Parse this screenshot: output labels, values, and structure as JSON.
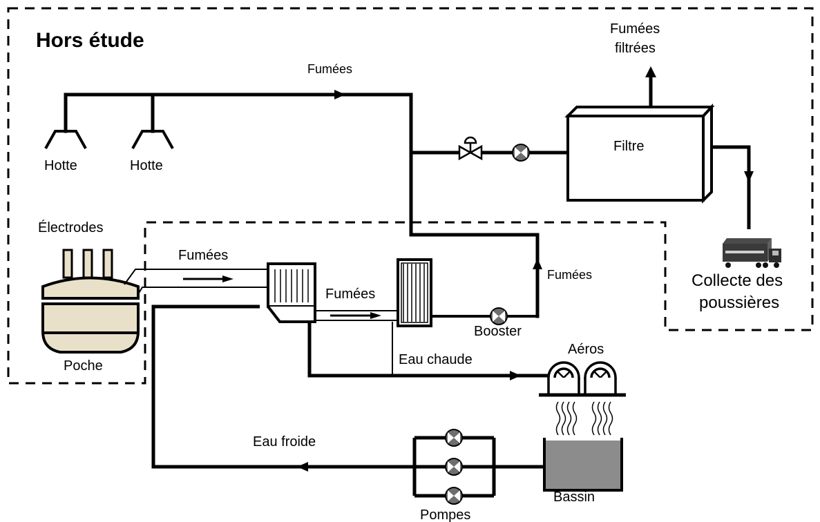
{
  "diagram": {
    "zone_title": "Hors étude",
    "labels": {
      "fumees_top": "Fumées",
      "fumees_filtrees_line1": "Fumées",
      "fumees_filtrees_line2": "filtrées",
      "filtre": "Filtre",
      "hotte_1": "Hotte",
      "hotte_2": "Hotte",
      "electrodes": "Électrodes",
      "poche": "Poche",
      "fumees_duct": "Fumées",
      "fumees_exchanger": "Fumées",
      "fumees_right": "Fumées",
      "booster": "Booster",
      "collecte_line1": "Collecte des",
      "collecte_line2": "poussières",
      "aeros": "Aéros",
      "eau_chaude": "Eau chaude",
      "eau_froide": "Eau froide",
      "bassin": "Bassin",
      "pompes": "Pompes"
    },
    "colors": {
      "line": "#000000",
      "poche_fill": "#e8e0c8",
      "bassin_fill": "#8c8c8c",
      "valve_fill": "#6e6e6e"
    }
  }
}
